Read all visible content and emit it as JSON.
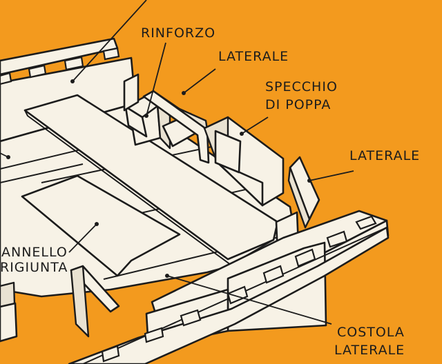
{
  "colors": {
    "background": "#f39a1e",
    "panel": "#f7f2e6",
    "ink": "#1c1c1c"
  },
  "labels": {
    "rinforzo": "RINFORZO",
    "laterale_top": "LATERALE",
    "specchio_line1": "SPECCHIO",
    "specchio_line2": "DI POPPA",
    "laterale_right": "LATERALE",
    "pannello_line1": "ANNELLO",
    "pannello_line2": "RIGIUNTA",
    "costola_line1": "COSTOLA",
    "costola_line2": "LATERALE"
  }
}
